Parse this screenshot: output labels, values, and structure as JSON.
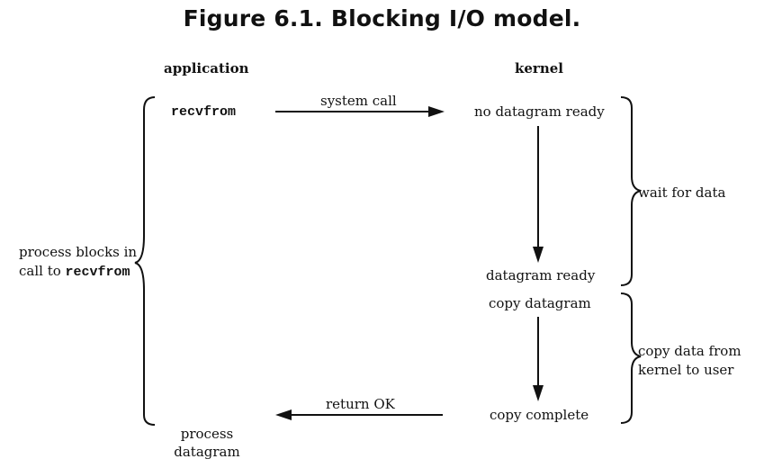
{
  "title": "Figure 6.1. Blocking I/O model.",
  "columns": {
    "application": "application",
    "kernel": "kernel"
  },
  "application": {
    "recvfrom": "recvfrom",
    "process_line1": "process",
    "process_line2": "datagram",
    "blocks_line1": "process blocks in",
    "blocks_line2_prefix": "call to ",
    "blocks_line2_code": "recvfrom"
  },
  "kernel": {
    "no_datagram_ready": "no datagram ready",
    "datagram_ready": "datagram ready",
    "copy_datagram": "copy datagram",
    "copy_complete": "copy complete"
  },
  "arrows": {
    "system_call": "system call",
    "return_ok": "return OK"
  },
  "phases": {
    "wait_for_data": "wait for data",
    "copy_line1": "copy data from",
    "copy_line2": "kernel to user"
  }
}
